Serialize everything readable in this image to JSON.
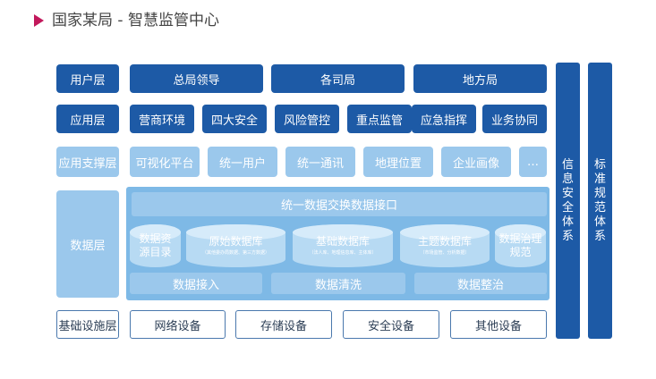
{
  "title": "国家某局 - 智慧监管中心",
  "layers": {
    "user": {
      "label": "用户层",
      "items": [
        "总局领导",
        "各司局",
        "地方局"
      ]
    },
    "app": {
      "label": "应用层",
      "items": [
        "营商环境",
        "四大安全",
        "风险管控",
        "重点监管",
        "应急指挥",
        "业务协同"
      ]
    },
    "support": {
      "label": "应用支撑层",
      "items": [
        "可视化平台",
        "统一用户",
        "统一通讯",
        "地理位置",
        "企业画像",
        "…"
      ]
    },
    "data": {
      "label": "数据层",
      "bus": "统一数据交换数据接口",
      "stores": [
        {
          "lines": [
            "数据资",
            "源目录"
          ],
          "sub": ""
        },
        {
          "lines": [
            "原始数据库"
          ],
          "sub": "（其他委办局数据、第三方数据）"
        },
        {
          "lines": [
            "基础数据库"
          ],
          "sub": "（法人库、地理信息库、主体库）"
        },
        {
          "lines": [
            "主题数据库"
          ],
          "sub": "（市场监管、分析数据）"
        },
        {
          "lines": [
            "数据治理",
            "规范"
          ],
          "sub": ""
        }
      ],
      "processes": [
        "数据接入",
        "数据清洗",
        "数据整治"
      ]
    },
    "infra": {
      "label": "基础设施层",
      "items": [
        "网络设备",
        "存储设备",
        "安全设备",
        "其他设备"
      ]
    }
  },
  "side": {
    "security": [
      "信",
      "息",
      "安",
      "全",
      "体",
      "系"
    ],
    "standard": [
      "标",
      "准",
      "规",
      "范",
      "体",
      "系"
    ]
  },
  "colors": {
    "dark": "#1d5aa6",
    "light": "#9bc8ec",
    "panel": "#7eb9e6",
    "bullet": "#c2185b"
  }
}
